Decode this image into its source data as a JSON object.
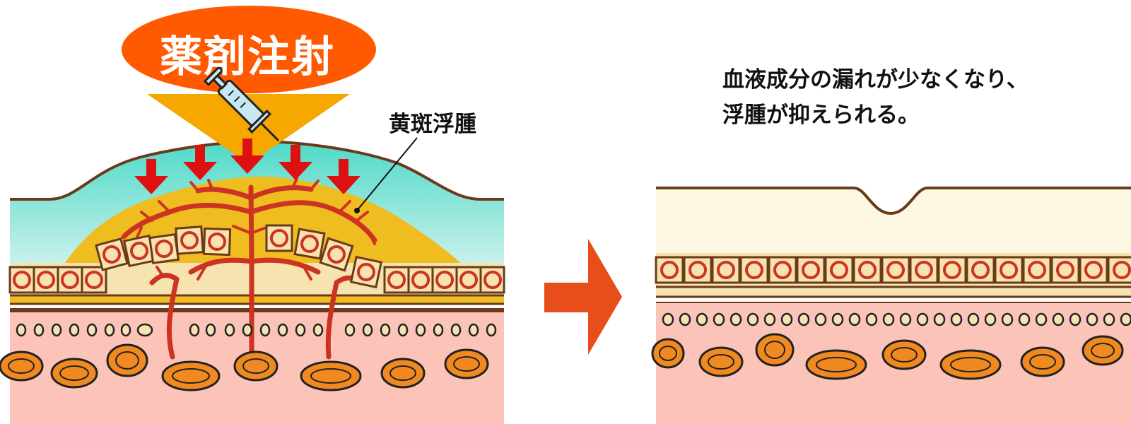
{
  "injection_label": "薬剤注射",
  "edema_label": "黄斑浮腫",
  "result_text": {
    "line1": "血液成分の漏れが少なくなり、",
    "line2": "浮腫が抑えられる。"
  },
  "colors": {
    "injection_bubble": "#ff5a00",
    "big_arrow": "#f6a800",
    "down_arrows": "#dd1111",
    "swelling_fluid": "#66ddcc",
    "edema": "#f0bd20",
    "vessels": "#cc3322",
    "transition_arrow": "#e84e1c",
    "choroid": "#fcc3b8",
    "cells": "#f08a20",
    "layer_band": "#f7e3b0",
    "outline": "#6b3a1a",
    "retina_after": "#fdf8e1"
  },
  "icons": [
    "syringe-icon",
    "down-arrow-icon",
    "right-arrow-icon"
  ]
}
